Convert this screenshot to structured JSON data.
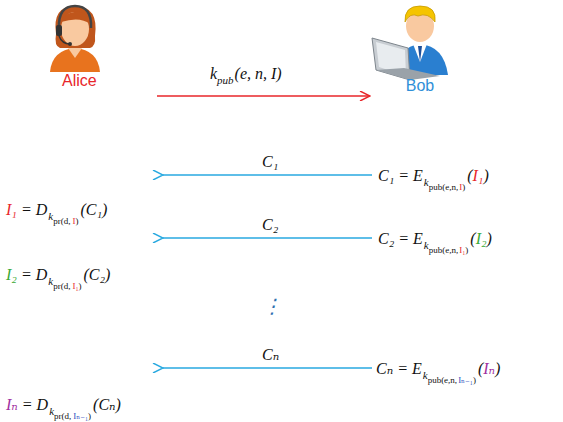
{
  "diagram": {
    "nodes": [
      {
        "text": [
          "Alice"
        ]
      },
      {
        "text": [
          "Bob"
        ]
      }
    ],
    "edges": [
      {
        "from": 0,
        "to": 1,
        "arrow": "to"
      }
    ],
    "labels": [
      "k",
      "pub",
      "(e, n, I)",
      "C₁",
      "C₂",
      "⋮",
      "Cₙ",
      "C₁ = E",
      "k",
      "pub(e,n,",
      "I",
      ")",
      "(",
      "I₁",
      ")",
      "C₂ = E",
      "k",
      "pub(e,n,",
      "I₁",
      ")",
      "(",
      "I₂",
      ")",
      "Cₙ = E",
      "k",
      "pub(e,n,",
      "Iₙ₋₁",
      ")",
      "(",
      "Iₙ",
      ")",
      "I₁",
      "= D",
      "k",
      "pr(d,",
      "I",
      ")",
      "(C₁)",
      "I₂",
      "= D",
      "k",
      "pr(d,",
      "I₁",
      ")",
      "(C₂)",
      "Iₙ",
      "= D",
      "k",
      "pr(d,",
      "Iₙ₋₁",
      ")",
      "(Cₙ)"
    ]
  }
}
